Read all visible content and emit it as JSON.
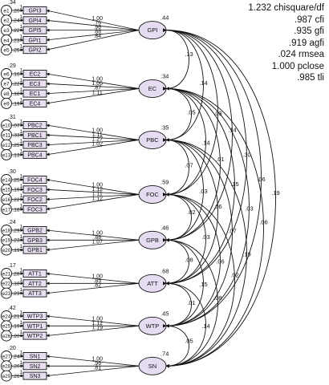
{
  "fit_indices": [
    "1.232 chisquare/df",
    ".987 cfi",
    ".935 gfi",
    ".919 agfi",
    ".024 rmsea",
    "1.000 pclose",
    ".985 tli"
  ],
  "colors": {
    "latent_fill": "#e6dcf2",
    "indicator_fill": "#e8dff2",
    "line": "#111111"
  },
  "factors": [
    {
      "name": "GPI",
      "variance": ".44",
      "indicators": [
        {
          "label": "GPI3",
          "error": "e1",
          "error_variance": ".34",
          "error_mean": ".20",
          "path": "1",
          "loading": "1.00"
        },
        {
          "label": "GPI4",
          "error": "e2",
          "error_variance": "",
          "error_mean": ".24",
          "path": "1",
          "loading": ".76"
        },
        {
          "label": "GPI5",
          "error": "e3",
          "error_variance": "",
          "error_mean": ".22",
          "path": "1",
          "loading": ".96"
        },
        {
          "label": "GPI1",
          "error": "e4",
          "error_variance": "",
          "error_mean": ".23",
          "path": "1",
          "loading": ".88"
        },
        {
          "label": "GPI2",
          "error": "e5",
          "error_variance": "",
          "error_mean": ".25",
          "path": "1",
          "loading": ".84"
        }
      ]
    },
    {
      "name": "EC",
      "variance": ".34",
      "indicators": [
        {
          "label": "EC2",
          "error": "e6",
          "error_variance": ".29",
          "error_mean": ".16",
          "path": "1",
          "loading": "1.00"
        },
        {
          "label": "EC3",
          "error": "e7",
          "error_variance": "",
          "error_mean": ".22",
          "path": "1",
          "loading": "1.06"
        },
        {
          "label": "EC1",
          "error": "e8",
          "error_variance": "",
          "error_mean": ".18",
          "path": "1",
          "loading": ".87"
        },
        {
          "label": "EC4",
          "error": "e9",
          "error_variance": "",
          "error_mean": ".19",
          "path": "1",
          "loading": "1.11"
        }
      ]
    },
    {
      "name": "PBC",
      "variance": ".35",
      "indicators": [
        {
          "label": "PBC2",
          "error": "e10",
          "error_variance": ".31",
          "error_mean": ".07",
          "path": "1",
          "loading": "1.00"
        },
        {
          "label": "PBC1",
          "error": "e11",
          "error_variance": "",
          "error_mean": ".33",
          "path": "1",
          "loading": "1.11"
        },
        {
          "label": "PBC3",
          "error": "e12",
          "error_variance": "",
          "error_mean": ".25",
          "path": "1",
          "loading": "1.27"
        },
        {
          "label": "PBC4",
          "error": "e13",
          "error_variance": "",
          "error_mean": ".13",
          "path": "1",
          "loading": "1.02"
        }
      ]
    },
    {
      "name": "FOC",
      "variance": ".59",
      "indicators": [
        {
          "label": "FOC4",
          "error": "e14",
          "error_variance": ".30",
          "error_mean": ".25",
          "path": "1",
          "loading": "1.00"
        },
        {
          "label": "FOC3",
          "error": "e15",
          "error_variance": "",
          "error_mean": ".19",
          "path": "1",
          "loading": "1.12"
        },
        {
          "label": "FOC2",
          "error": "e16",
          "error_variance": "",
          "error_mean": ".22",
          "path": "1",
          "loading": "1.11"
        },
        {
          "label": "FOC3",
          "error": "e17",
          "error_variance": "",
          "error_mean": ".18",
          "path": "1",
          "loading": "1.12"
        }
      ]
    },
    {
      "name": "GPB",
      "variance": ".46",
      "indicators": [
        {
          "label": "GPB2",
          "error": "e18",
          "error_variance": ".24",
          "error_mean": ".29",
          "path": "1",
          "loading": "1.00"
        },
        {
          "label": "GPB3",
          "error": "e19",
          "error_variance": "",
          "error_mean": ".23",
          "path": "1",
          "loading": ".88"
        },
        {
          "label": "GPB1",
          "error": "e20",
          "error_variance": "",
          "error_mean": ".19",
          "path": "1",
          "loading": "1.07"
        }
      ]
    },
    {
      "name": "ATT",
      "variance": ".68",
      "indicators": [
        {
          "label": "ATT1",
          "error": "e21",
          "error_variance": ".17",
          "error_mean": ".28",
          "path": "1",
          "loading": "1.00"
        },
        {
          "label": "ATT2",
          "error": "e22",
          "error_variance": "",
          "error_mean": ".18",
          "path": "1",
          "loading": ".85"
        },
        {
          "label": "ATT3",
          "error": "e23",
          "error_variance": "",
          "error_mean": ".23",
          "path": "1",
          "loading": ".82"
        }
      ]
    },
    {
      "name": "WTP",
      "variance": ".45",
      "indicators": [
        {
          "label": "WTP3",
          "error": "e24",
          "error_variance": ".42",
          "error_mean": ".21",
          "path": "1",
          "loading": "1.00"
        },
        {
          "label": "WTP1",
          "error": "e25",
          "error_variance": "",
          "error_mean": ".19",
          "path": "1",
          "loading": "1.12"
        },
        {
          "label": "WTP2",
          "error": "e26",
          "error_variance": "",
          "error_mean": ".20",
          "path": "1",
          "loading": "1.19"
        }
      ]
    },
    {
      "name": "SN",
      "variance": ".74",
      "indicators": [
        {
          "label": "SN1",
          "error": "e27",
          "error_variance": ".20",
          "error_mean": ".24",
          "path": "1",
          "loading": "1.00"
        },
        {
          "label": "SN2",
          "error": "e28",
          "error_variance": "",
          "error_mean": ".20",
          "path": "1",
          "loading": ".96"
        },
        {
          "label": "SN3",
          "error": "e29",
          "error_variance": "",
          "error_mean": ".26",
          "path": "1",
          "loading": ".81"
        }
      ]
    }
  ],
  "covariances": [
    {
      "from": 0,
      "to": 1,
      "value": ".13"
    },
    {
      "from": 0,
      "to": 2,
      "value": ".14"
    },
    {
      "from": 0,
      "to": 3,
      "value": ".03"
    },
    {
      "from": 0,
      "to": 4,
      "value": ".14"
    },
    {
      "from": 0,
      "to": 5,
      "value": ".30"
    },
    {
      "from": 0,
      "to": 6,
      "value": ".06"
    },
    {
      "from": 0,
      "to": 7,
      "value": ".19"
    },
    {
      "from": 1,
      "to": 2,
      "value": ".05"
    },
    {
      "from": 1,
      "to": 3,
      "value": ".14"
    },
    {
      "from": 1,
      "to": 4,
      "value": ".01"
    },
    {
      "from": 1,
      "to": 5,
      "value": ".15"
    },
    {
      "from": 1,
      "to": 6,
      "value": ".03"
    },
    {
      "from": 1,
      "to": 7,
      "value": ".06"
    },
    {
      "from": 2,
      "to": 3,
      "value": ".07"
    },
    {
      "from": 2,
      "to": 4,
      "value": ".03"
    },
    {
      "from": 2,
      "to": 5,
      "value": ".06"
    },
    {
      "from": 2,
      "to": 6,
      "value": ".07"
    },
    {
      "from": 2,
      "to": 7,
      "value": ".19"
    },
    {
      "from": 3,
      "to": 4,
      "value": ".02"
    },
    {
      "from": 3,
      "to": 5,
      "value": ".03"
    },
    {
      "from": 3,
      "to": 6,
      "value": ".06"
    },
    {
      "from": 3,
      "to": 7,
      "value": ".02"
    },
    {
      "from": 4,
      "to": 5,
      "value": ".08"
    },
    {
      "from": 4,
      "to": 6,
      "value": ".15"
    },
    {
      "from": 4,
      "to": 7,
      "value": ".08"
    },
    {
      "from": 5,
      "to": 6,
      "value": ".01"
    },
    {
      "from": 5,
      "to": 7,
      "value": ".14"
    },
    {
      "from": 6,
      "to": 7,
      "value": ".05"
    }
  ]
}
